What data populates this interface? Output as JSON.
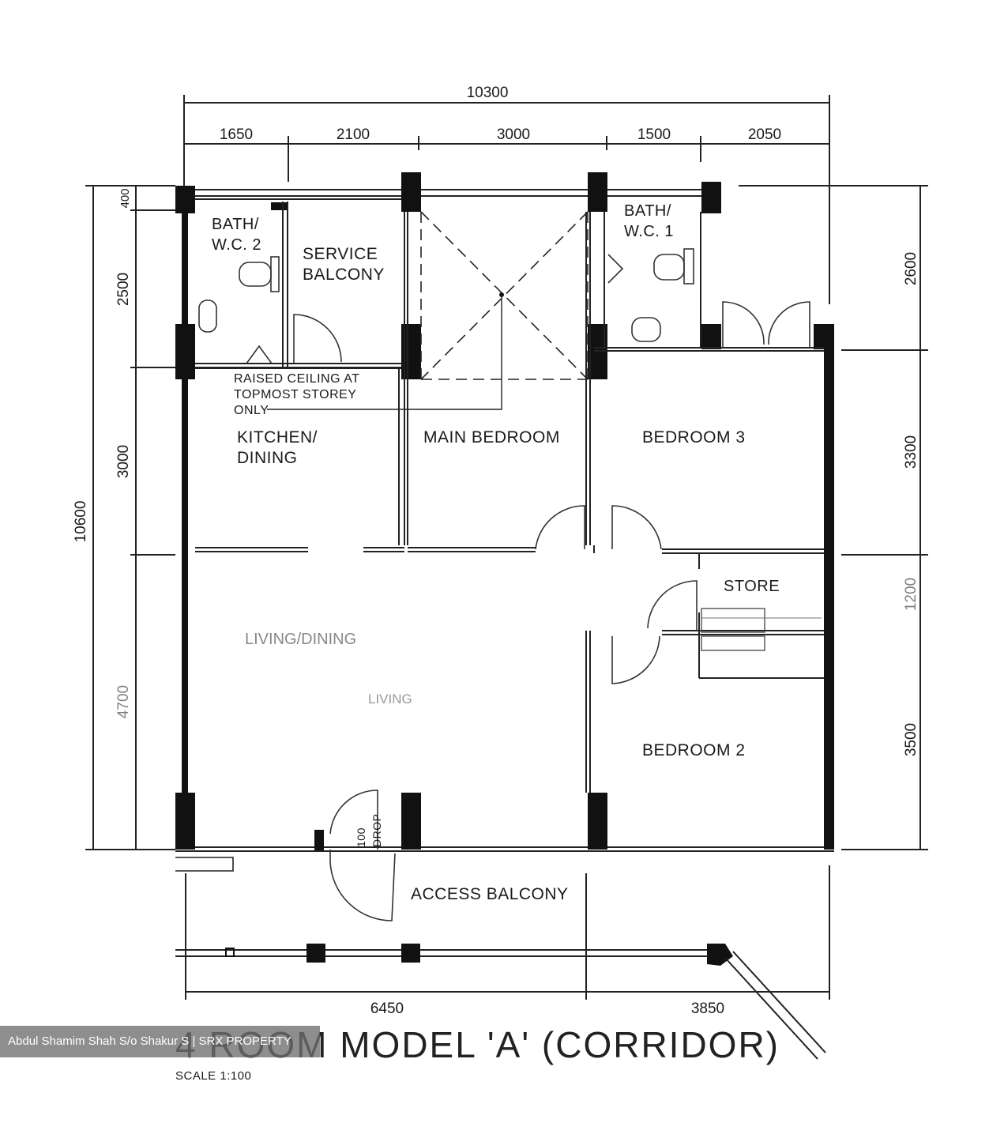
{
  "title": "4 ROOM MODEL 'A' (CORRIDOR)",
  "scale": "SCALE   1:100",
  "watermark": "Abdul Shamim Shah S/o Shakur S | SRX PROPERTY",
  "dimensions": {
    "top_total": "10300",
    "top_segments": [
      "1650",
      "2100",
      "3000",
      "1500",
      "2050"
    ],
    "left_total": "10600",
    "left_segments": [
      "400",
      "2500",
      "3000",
      "4700"
    ],
    "right_segments": [
      "2600",
      "3300",
      "1200",
      "3500"
    ],
    "bottom_segments": [
      "6450",
      "3850"
    ]
  },
  "rooms": {
    "bath_wc_2": [
      "BATH/",
      "W.C.  2"
    ],
    "service_balcony": [
      "SERVICE",
      "BALCONY"
    ],
    "bath_wc_1": [
      "BATH/",
      "W.C.  1"
    ],
    "raised_ceiling_note": [
      "RAISED  CEILING  AT",
      "TOPMOST  STOREY",
      "ONLY"
    ],
    "kitchen_dining": [
      "KITCHEN/",
      "DINING"
    ],
    "main_bedroom": "MAIN  BEDROOM",
    "bedroom_3": "BEDROOM  3",
    "store": "STORE",
    "living_dining_blurred": "LIVING/DINING",
    "living_blurred": "LIVING",
    "bedroom_2": "BEDROOM  2",
    "access_balcony": "ACCESS  BALCONY",
    "drop_note": [
      "100",
      "DROP"
    ]
  }
}
